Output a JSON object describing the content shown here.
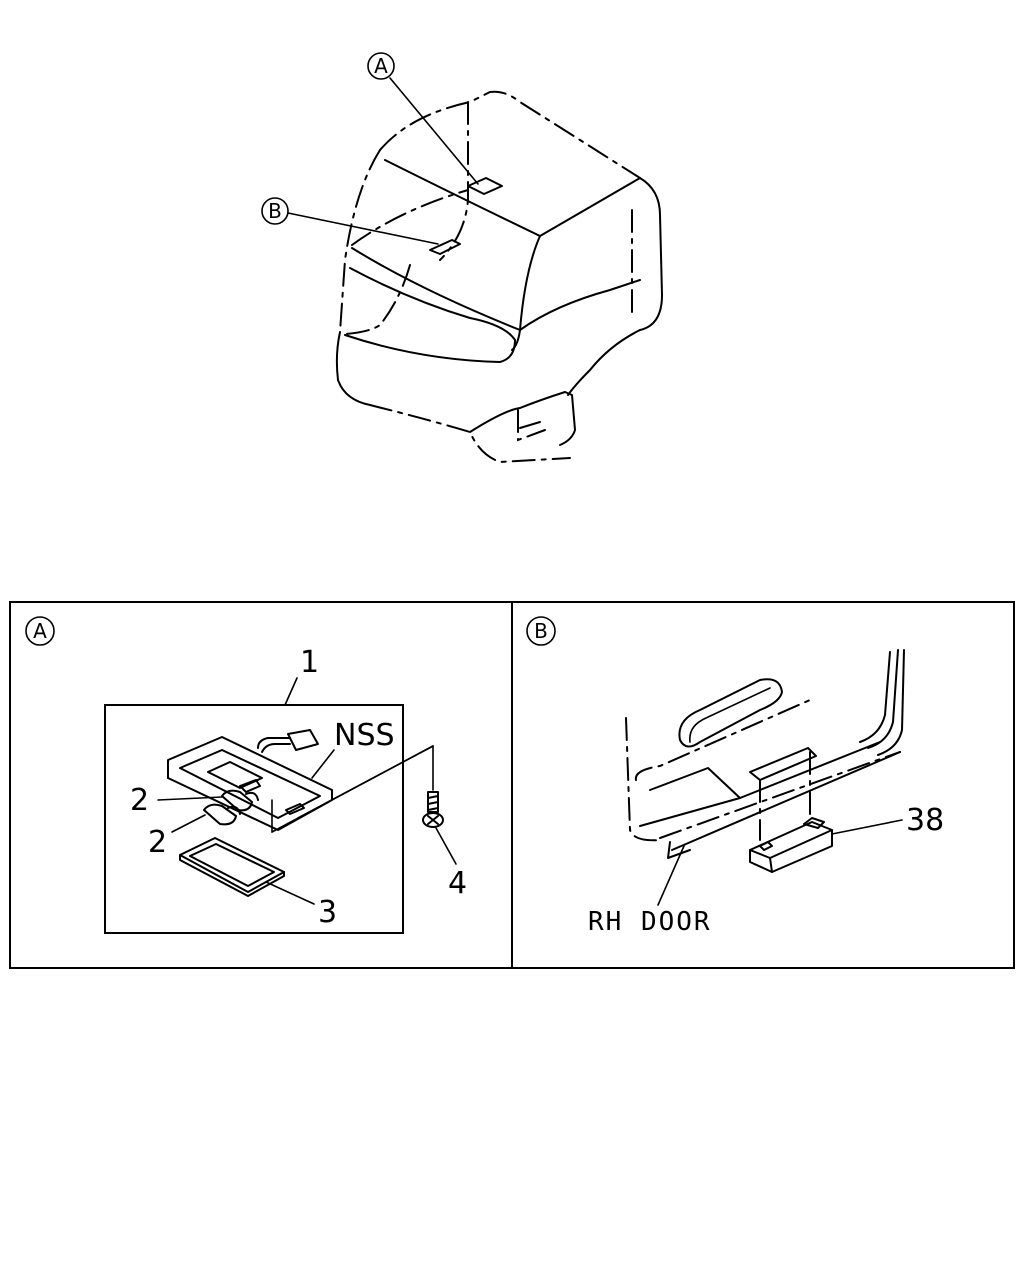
{
  "callouts": {
    "a": "A",
    "b": "B"
  },
  "panel_a": {
    "marker": "A",
    "part_1": "1",
    "part_2_upper": "2",
    "part_2_lower": "2",
    "part_3": "3",
    "part_4": "4",
    "note_nss": "NSS"
  },
  "panel_b": {
    "marker": "B",
    "part_38": "38",
    "label_rh_door": "RH DOOR"
  }
}
